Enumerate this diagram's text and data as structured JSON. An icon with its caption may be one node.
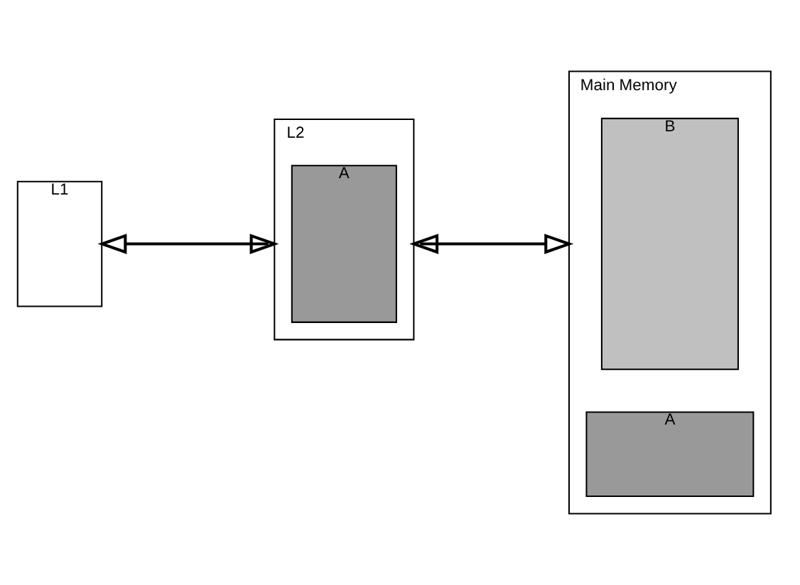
{
  "diagram": {
    "nodes": [
      {
        "text": [
          "L1"
        ]
      },
      {
        "text": [
          "L2"
        ]
      },
      {
        "text": [
          "A"
        ],
        "in": 1
      },
      {
        "text": [
          "Main Memory"
        ]
      },
      {
        "text": [
          "B"
        ],
        "in": 3
      },
      {
        "text": [
          "A"
        ],
        "in": 3
      }
    ],
    "edges": [
      {
        "from": 0,
        "to": 1,
        "arrow": "both"
      },
      {
        "from": 1,
        "to": 3,
        "arrow": "both"
      }
    ]
  }
}
